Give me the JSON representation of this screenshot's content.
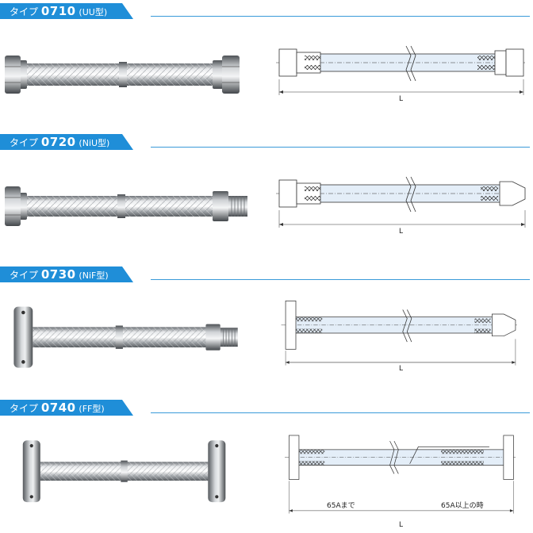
{
  "sections": [
    {
      "prefix": "タイプ",
      "code": "0710",
      "suffix": "(UU型)",
      "length_label": "L"
    },
    {
      "prefix": "タイプ",
      "code": "0720",
      "suffix": "(NiU型)",
      "length_label": "L"
    },
    {
      "prefix": "タイプ",
      "code": "0730",
      "suffix": "(NiF型)",
      "length_label": "L"
    },
    {
      "prefix": "タイプ",
      "code": "0740",
      "suffix": "(FF型)",
      "length_label": "L",
      "note_left": "65Aまで",
      "note_right": "65A以上の時"
    }
  ],
  "colors": {
    "accent": "#1f8ed8",
    "rule": "#3a9ad9",
    "drawing_fill": "#e4eef8",
    "steel": "#b9bcc0"
  }
}
